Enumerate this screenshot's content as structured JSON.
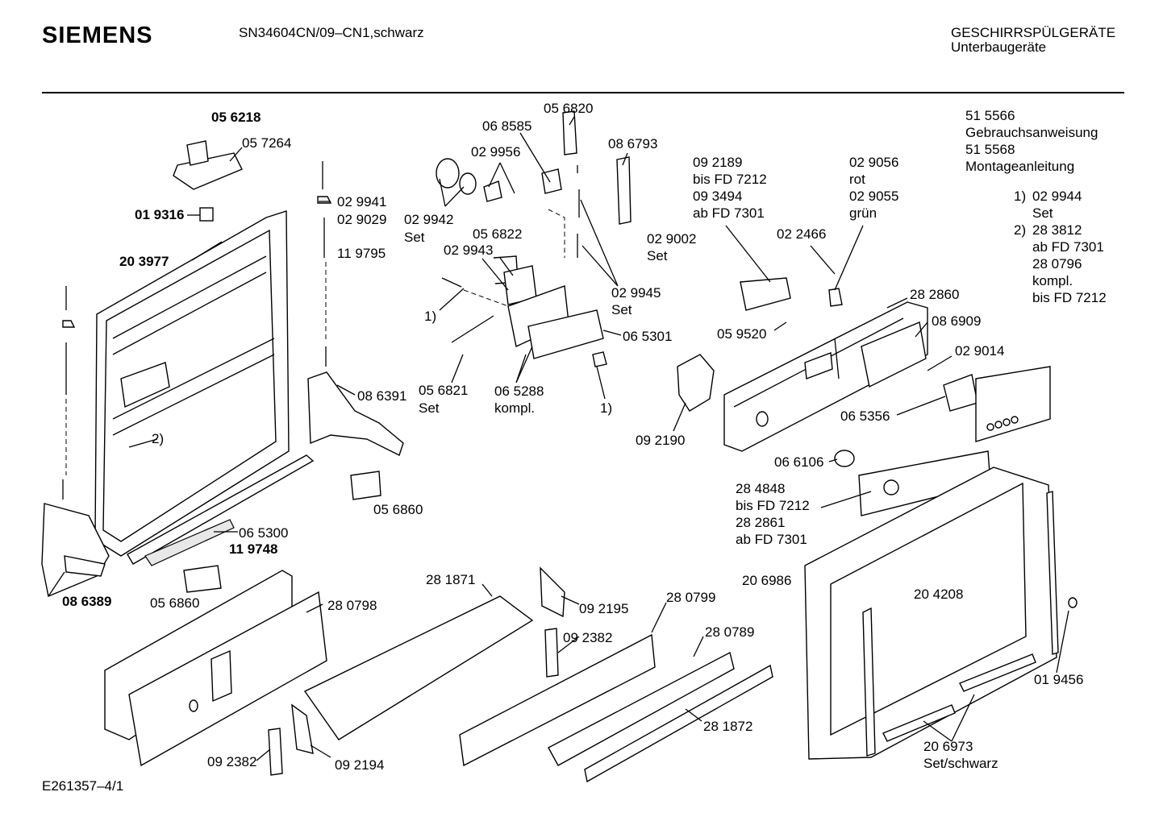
{
  "header": {
    "brand": "SIEMENS",
    "model": "SN34604CN/09–CN1,schwarz",
    "category_line1": "GESCHIRRSPÜLGERÄTE",
    "category_line2": "Unterbaugeräte"
  },
  "labels": {
    "p056218": "05 6218",
    "p057264": "05 7264",
    "p019316": "01 9316",
    "p203977": "20 3977",
    "p029941": "02 9941",
    "p029029": "02 9029",
    "p119795": "11 9795",
    "p056820": "05 6820",
    "p068585": "06 8585",
    "p029956": "02 9956",
    "p086793": "08 6793",
    "p029942": "02 9942",
    "set": "Set",
    "p056822": "05 6822",
    "p029943": "02 9943",
    "p029002": "02 9002",
    "note1": "1)",
    "note2": "2)",
    "p029945": "02 9945",
    "p065301": "06 5301",
    "p056821": "05 6821",
    "p065288": "06 5288",
    "kompl": "kompl.",
    "p086391": "08 6391",
    "p056860": "05 6860",
    "p065300": "06 5300",
    "p119748": "11 9748",
    "p086389": "08 6389",
    "p092189": "09 2189",
    "bisFD7212": "bis FD 7212",
    "p093494": "09 3494",
    "abFD7301": "ab FD 7301",
    "p029056": "02 9056",
    "rot": "rot",
    "p029055": "02 9055",
    "gruen": "grün",
    "p022466": "02 2466",
    "p282860": "28 2860",
    "p059520": "05 9520",
    "p086909": "08 6909",
    "p029014": "02 9014",
    "p092190": "09 2190",
    "p065356": "06 5356",
    "p066106": "06 6106",
    "p284848": "28 4848",
    "p282861": "28 2861",
    "p206986": "20 6986",
    "p204208": "20 4208",
    "p281871": "28 1871",
    "p280798": "28 0798",
    "p092195": "09 2195",
    "p280799": "28 0799",
    "p092382": "09 2382",
    "p280789": "28 0789",
    "p281872": "28 1872",
    "p092194": "09 2194",
    "p019456": "01 9456",
    "p206973": "20 6973",
    "setschwarz": "Set/schwarz",
    "p515566": "51 5566",
    "gebrauch": "Gebrauchsanweisung",
    "p515568": "51 5568",
    "montage": "Montageanleitung",
    "n1": "1)",
    "n1part": "02 9944",
    "n2": "2)",
    "n2part": "28 3812",
    "p280796": "28 0796"
  },
  "footer": {
    "code": "E261357–4/1"
  }
}
